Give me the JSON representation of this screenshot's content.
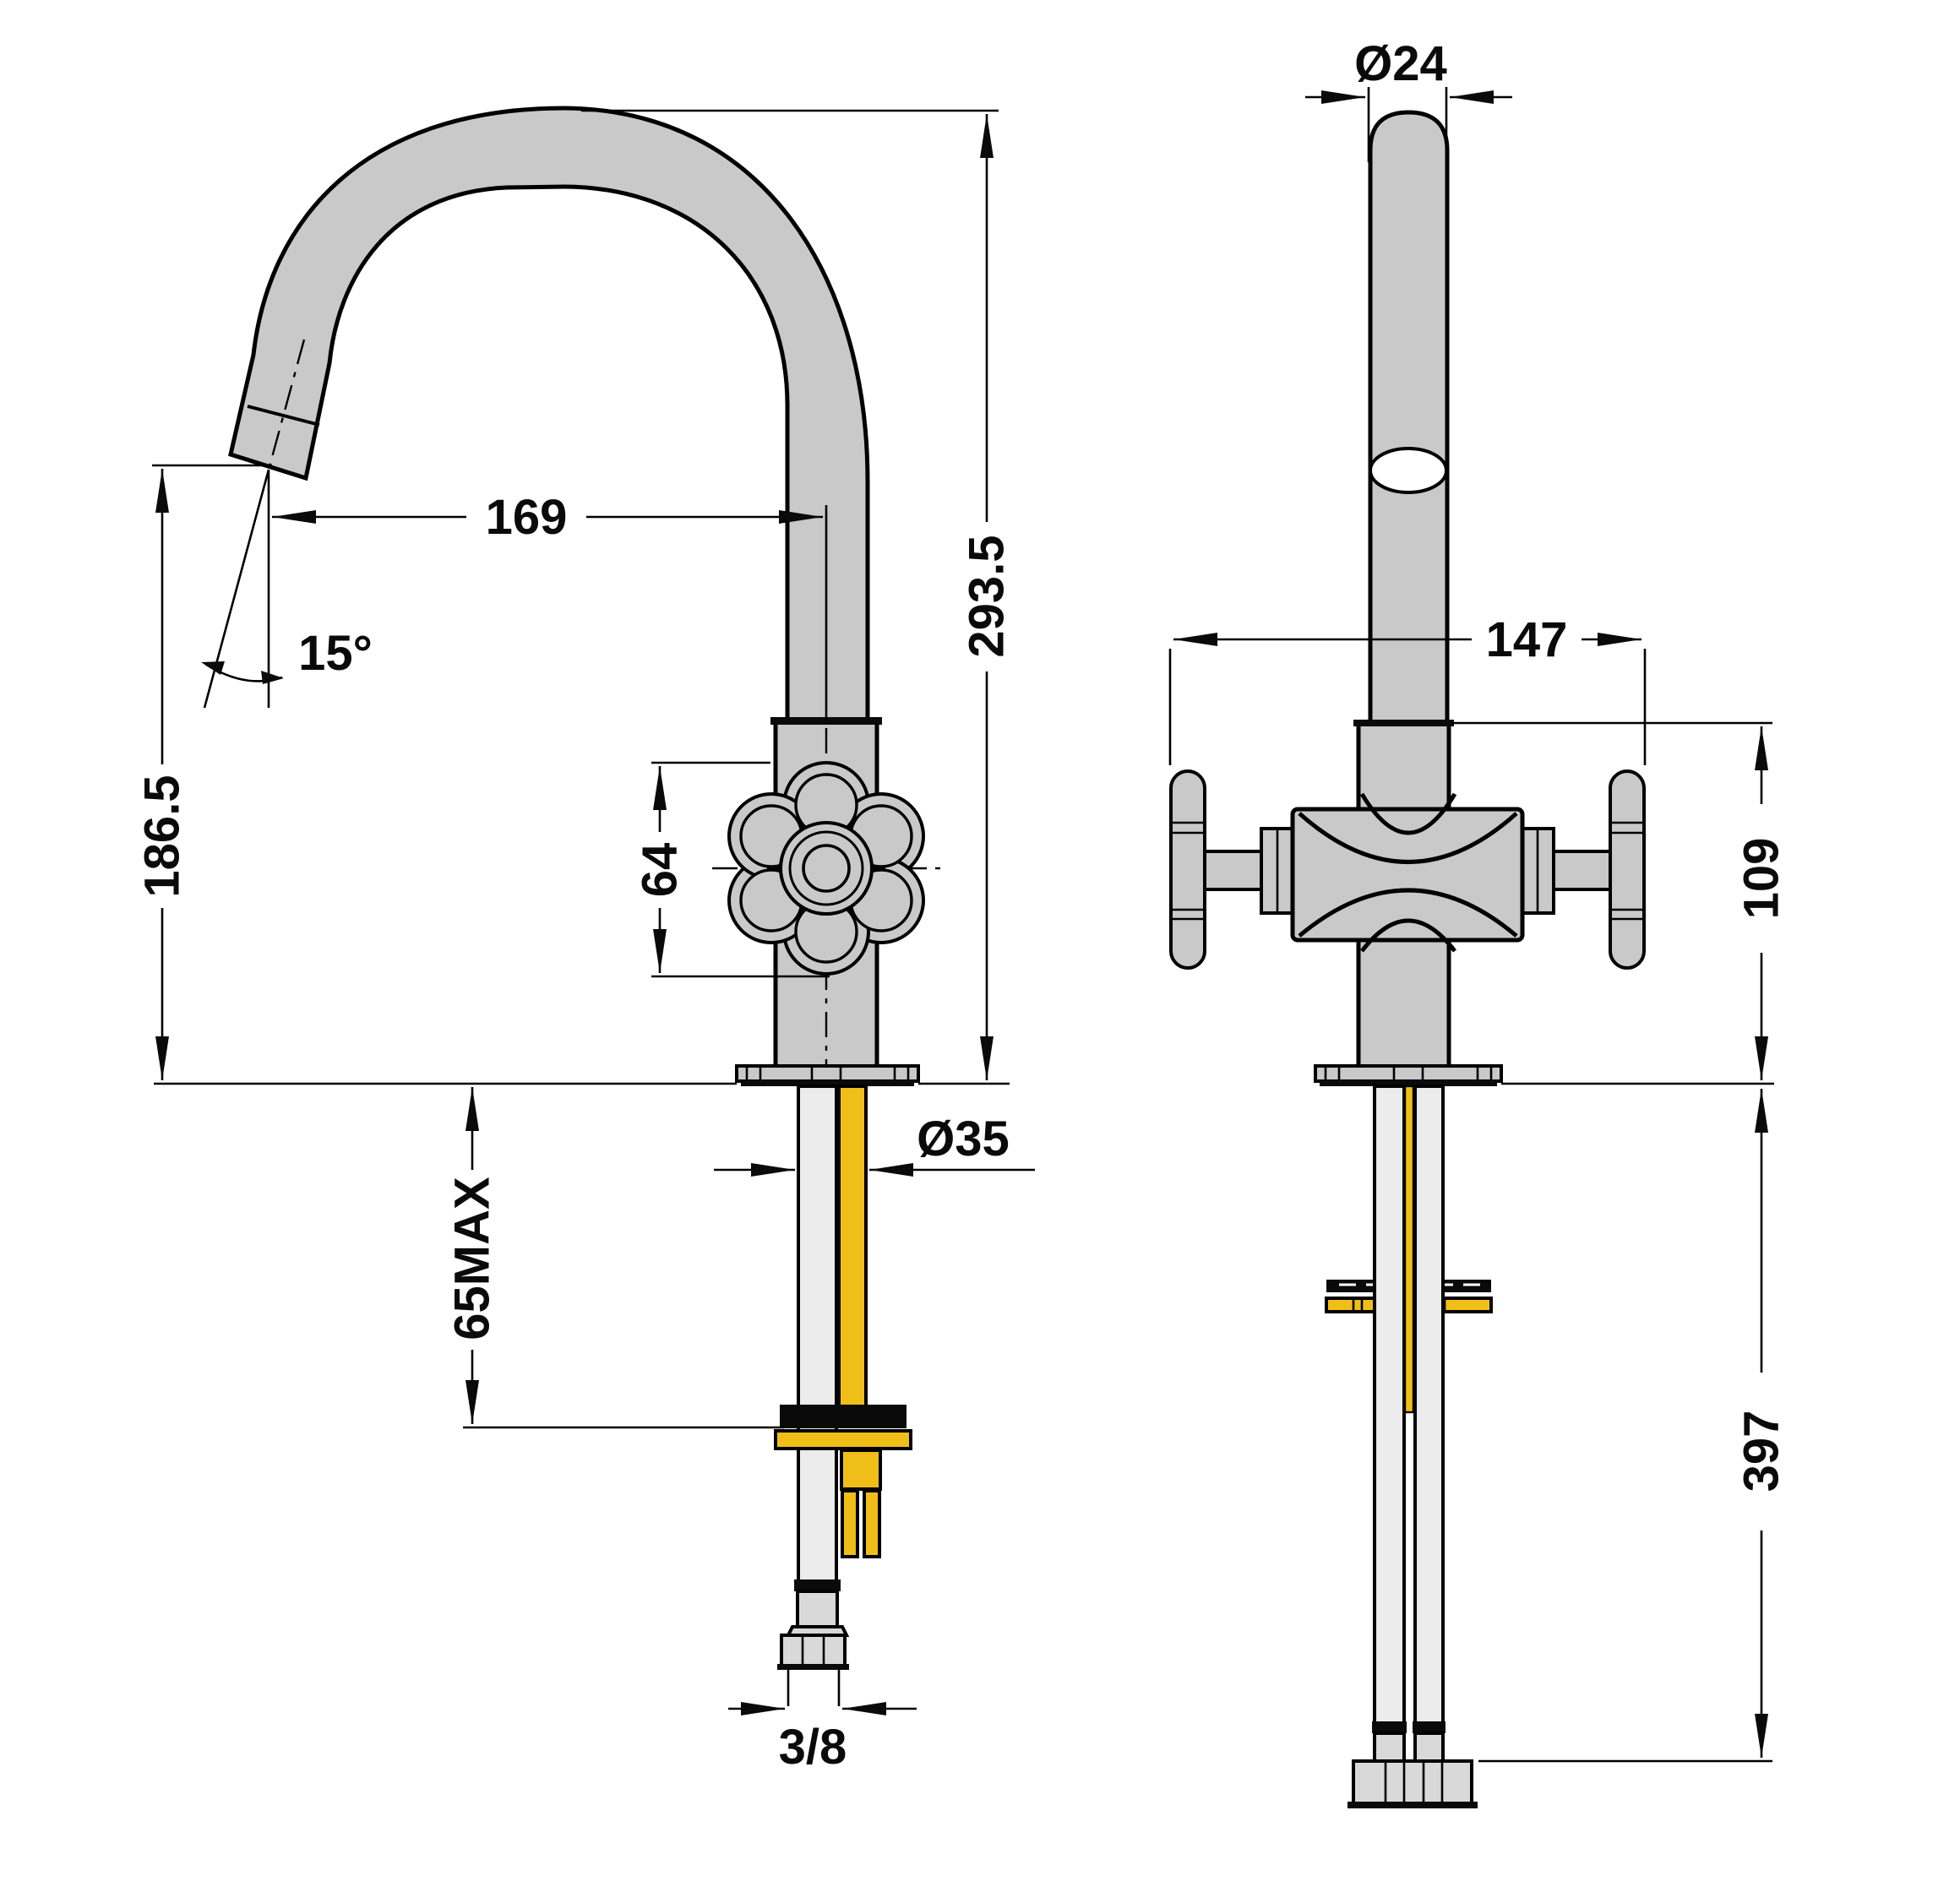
{
  "title": "Two-handle faucet installation drawing, side and front views",
  "views": {
    "side": {
      "dim_spout_reach": "169",
      "dim_spout_angle": "15°",
      "dim_spout_height": "186.5",
      "dim_total_height": "293.5",
      "dim_handle_size": "64",
      "dim_deck_max": "65MAX",
      "dim_hole_dia": "Ø35",
      "dim_connection": "3/8"
    },
    "front": {
      "dim_pipe_dia": "Ø24",
      "dim_handle_span": "147",
      "dim_body_height": "109",
      "dim_under_length": "397"
    }
  },
  "colors": {
    "fixture_gray": "#c9c9c9",
    "hose_gray": "#ececec",
    "connector_gray": "#d9d9d9",
    "brass_yellow": "#f0be18",
    "ink_black": "#0a0a0a",
    "paper_white": "#ffffff"
  }
}
